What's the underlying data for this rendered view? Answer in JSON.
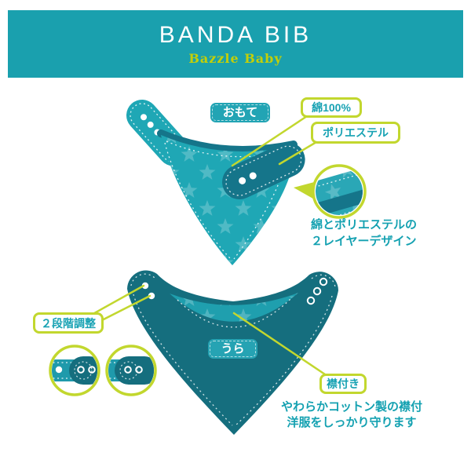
{
  "header": {
    "title": "BANDA BIB",
    "subtitle": "Bazzle Baby"
  },
  "front_section": {
    "side_label": "おもて",
    "cotton_callout": "綿100%",
    "polyester_callout": "ポリエステル",
    "layer_caption_line1": "綿とポリエステルの",
    "layer_caption_line2": "２レイヤーデザイン"
  },
  "back_section": {
    "side_label": "うら",
    "adjustment_callout": "２段階調整",
    "collar_callout": "襟付き",
    "collar_caption_line1": "やわらかコットン製の襟付",
    "collar_caption_line2": "洋服をしっかり守ります"
  },
  "colors": {
    "banner_teal": "#1aa0ae",
    "subtitle_yellow": "#c3cf08",
    "accent_green": "#c2d72e",
    "bib_front_teal": "#1fa7b5",
    "bib_back_teal": "#156e7e",
    "dark_fold_teal": "#15758a",
    "collar_teal": "#1f9fae",
    "callout_text_teal": "#17a2b3"
  }
}
